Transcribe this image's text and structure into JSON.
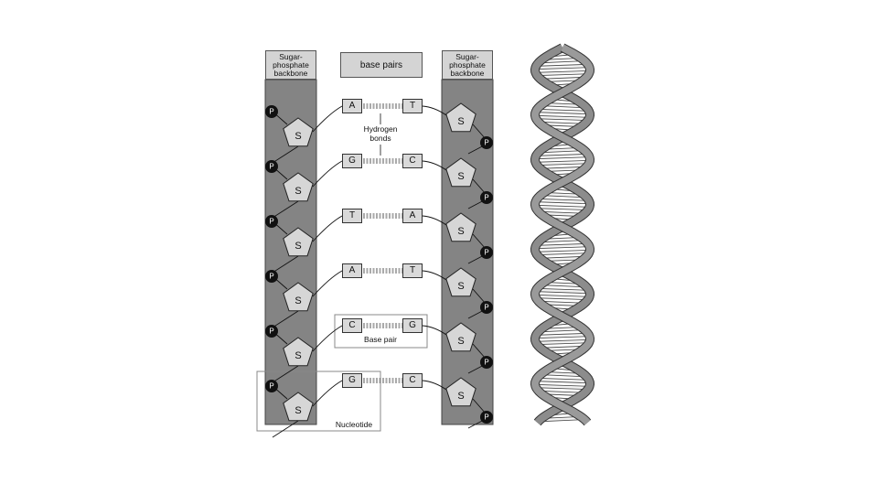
{
  "labels": {
    "left_backbone": "Sugar-\nphosphate\nbackbone",
    "base_pairs": "base pairs",
    "right_backbone": "Sugar-\nphosphate\nbackbone",
    "hydrogen_bonds": "Hydrogen\nbonds",
    "base_pair": "Base pair",
    "nucleotide": "Nucleotide"
  },
  "sugar_symbol": "S",
  "phosphate_symbol": "P",
  "rows": [
    {
      "left": "A",
      "right": "T"
    },
    {
      "left": "G",
      "right": "C"
    },
    {
      "left": "T",
      "right": "A"
    },
    {
      "left": "A",
      "right": "T"
    },
    {
      "left": "C",
      "right": "G"
    },
    {
      "left": "G",
      "right": "C"
    }
  ]
}
